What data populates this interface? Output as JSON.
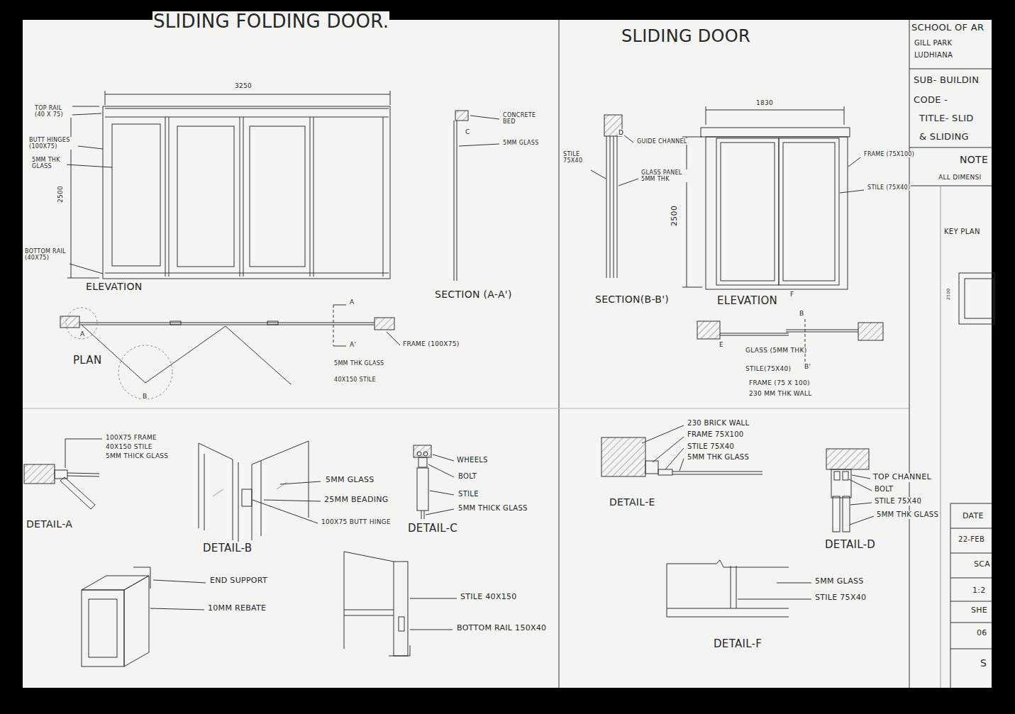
{
  "diagram": {
    "labels": [
      "SLIDING FOLDING DOOR.",
      "3250",
      "TOP RAIL (40 X 75)",
      "BUTT HINGES (100X75)",
      "5MM THK GLASS",
      "2500",
      "BOTTOM RAIL (40X75)",
      "ELEVATION",
      "CONCRETE BED",
      "C",
      "5MM GLASS",
      "SECTION (A-A')",
      "A",
      "A'",
      "A",
      "PLAN",
      "B",
      "FRAME (100X75)",
      "5MM THK GLASS",
      "40X150 STILE",
      "100X75 FRAME",
      "40X150 STILE",
      "5MM THICK GLASS",
      "DETAIL-A",
      "5MM GLASS",
      "25MM BEADING",
      "100X75 BUTT HINGE",
      "DETAIL-B",
      "WHEELS",
      "BOLT",
      "STILE",
      "5MM THICK GLASS",
      "DETAIL-C",
      "END SUPPORT",
      "10MM REBATE",
      "STILE 40X150",
      "BOTTOM RAIL 150X40",
      "SLIDING DOOR",
      "1830",
      "D",
      "GUIDE CHANNEL",
      "STILE 75X40",
      "GLASS PANEL 5MM THK",
      "2500",
      "FRAME (75X100)",
      "STILE (75X40)",
      "SECTION(B-B')",
      "ELEVATION",
      "F",
      "B",
      "E",
      "B'",
      "GLASS (5MM THK)",
      "STILE(75X40)",
      "FRAME (75 X 100)",
      "230 MM THK WALL",
      "230 BRICK WALL",
      "FRAME 75X100",
      "STILE 75X40",
      "5MM THK GLASS",
      "DETAIL-E",
      "TOP CHANNEL",
      "BOLT",
      "STILE 75X40",
      "5MM THK GLASS",
      "DETAIL-D",
      "5MM GLASS",
      "STILE 75X40",
      "DETAIL-F",
      "SCHOOL OF AR",
      "GILL PARK",
      "LUDHIANA",
      "SUB- BUILDIN",
      "CODE -",
      "TITLE- SLID",
      "& SLIDING",
      "NOTE",
      "ALL DIMENSI",
      "KEY PLAN",
      "2500",
      "DATE",
      "22-FEB",
      "SCA",
      "1:2",
      "SHE",
      "06",
      "S"
    ]
  }
}
